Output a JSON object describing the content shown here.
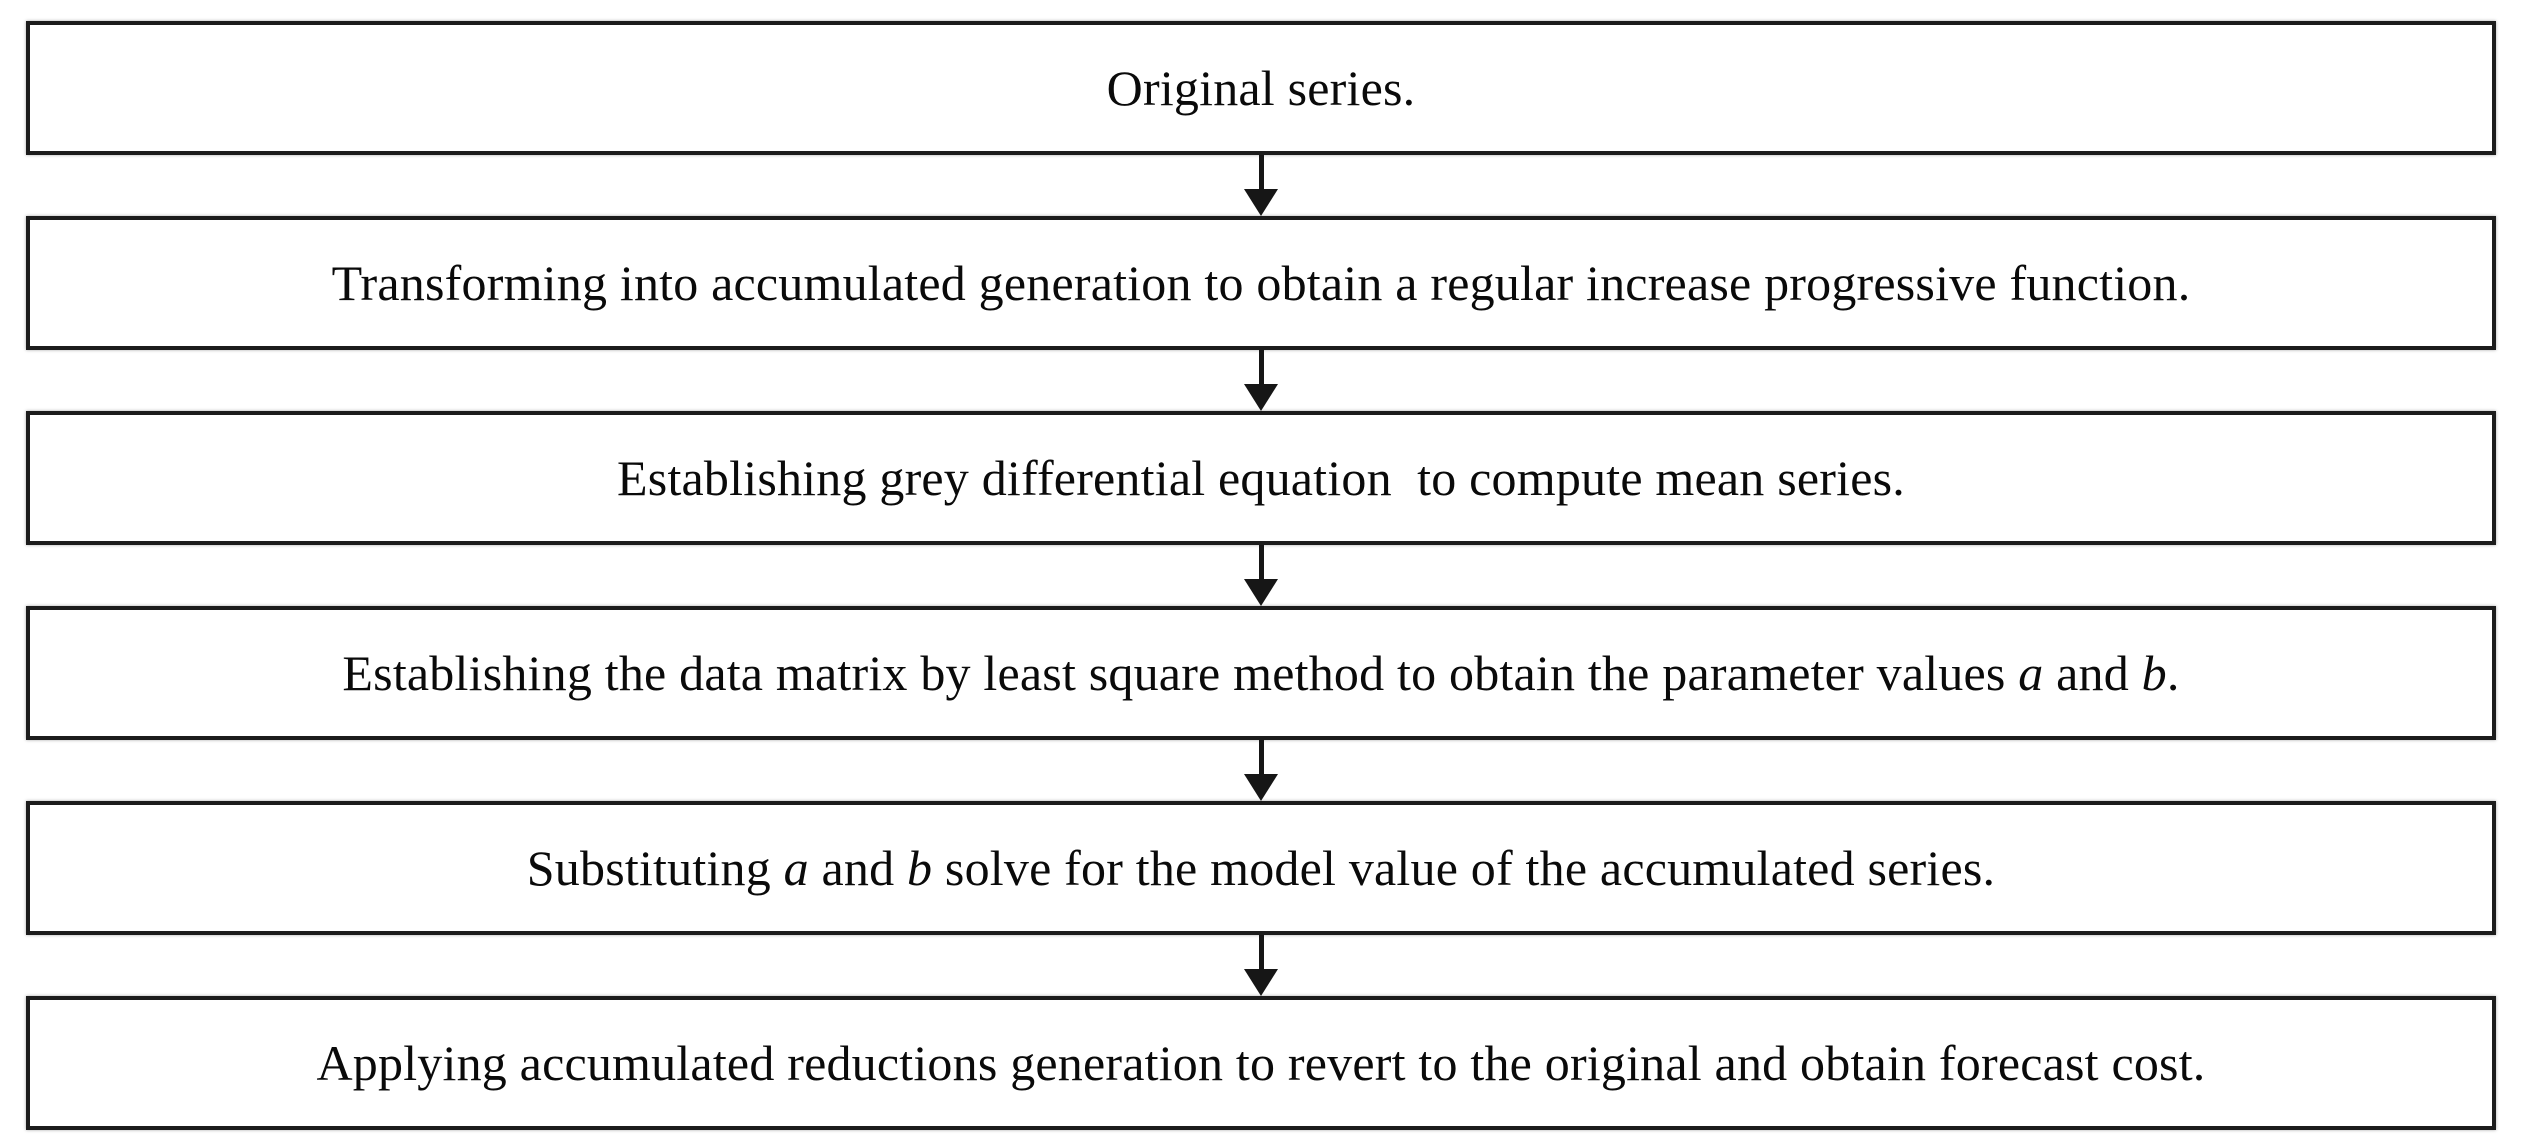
{
  "diagram": {
    "type": "flowchart",
    "direction": "top-to-bottom",
    "colors": {
      "box_border": "#1c1c1c",
      "box_background": "#ffffff",
      "text": "#0a0a0a",
      "arrow": "#161616"
    },
    "boxes": [
      {
        "id": "original-series",
        "text": "Original series.",
        "segments": [
          {
            "t": "Original series.",
            "i": false
          }
        ]
      },
      {
        "id": "accumulated-generation",
        "text": "Transforming into accumulated generation to obtain a regular increase progressive function.",
        "segments": [
          {
            "t": "Transforming into accumulated generation to obtain a regular increase progressive function.",
            "i": false
          }
        ]
      },
      {
        "id": "grey-differential-equation",
        "text": "Establishing grey differential equation  to compute mean series.",
        "segments": [
          {
            "t": "Establishing grey differential equation  to compute mean series.",
            "i": false
          }
        ]
      },
      {
        "id": "data-matrix-least-square",
        "text": "Establishing the data matrix by least square method to obtain the parameter values a and b.",
        "segments": [
          {
            "t": "Establishing the data matrix by least square method to obtain the parameter values ",
            "i": false
          },
          {
            "t": "a",
            "i": true
          },
          {
            "t": " and ",
            "i": false
          },
          {
            "t": "b",
            "i": true
          },
          {
            "t": ".",
            "i": false
          }
        ]
      },
      {
        "id": "substitute-parameters",
        "text": "Substituting a and b solve for the model value of the accumulated series.",
        "segments": [
          {
            "t": "Substituting ",
            "i": false
          },
          {
            "t": "a",
            "i": true
          },
          {
            "t": " and ",
            "i": false
          },
          {
            "t": "b",
            "i": true
          },
          {
            "t": " solve for the model value of the accumulated series.",
            "i": false
          }
        ]
      },
      {
        "id": "accumulated-reductions",
        "text": "Applying accumulated reductions generation to revert to the original and obtain forecast cost.",
        "segments": [
          {
            "t": "Applying accumulated reductions generation to revert to the original and obtain forecast cost.",
            "i": false
          }
        ]
      }
    ]
  }
}
